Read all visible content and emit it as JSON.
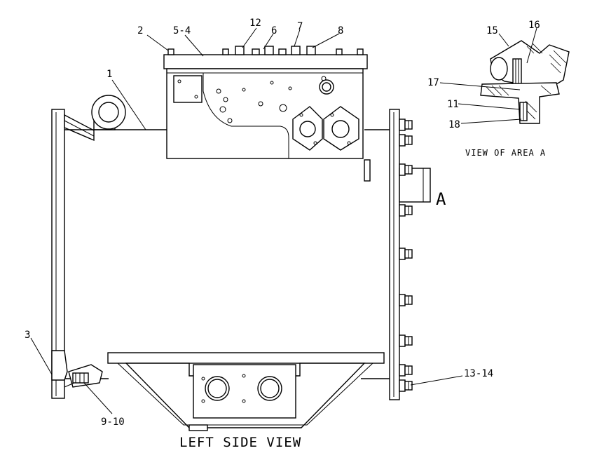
{
  "callouts": {
    "c1": "1",
    "c2": "2",
    "c3": "3",
    "c5_4": "5-4",
    "c6": "6",
    "c7": "7",
    "c8": "8",
    "c9_10": "9-10",
    "c11": "11",
    "c12": "12",
    "c13_14": "13-14",
    "c15": "15",
    "c16": "16",
    "c17": "17",
    "c18": "18"
  },
  "view_marker": "A",
  "detail_caption": "VIEW OF AREA A",
  "main_caption": "LEFT SIDE VIEW"
}
